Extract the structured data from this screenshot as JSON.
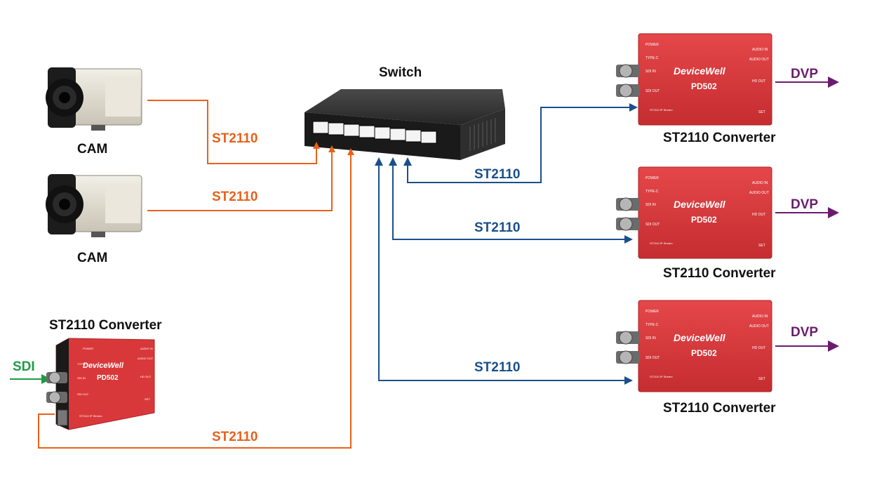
{
  "nodes": {
    "switch": {
      "label": "Switch"
    },
    "cam1": {
      "label": "CAM"
    },
    "cam2": {
      "label": "CAM"
    },
    "source_converter": {
      "label": "ST2110 Converter",
      "brand": "DeviceWell",
      "model": "PD502",
      "input_label": "SDI"
    },
    "converter1": {
      "label": "ST2110 Converter",
      "brand": "DeviceWell",
      "model": "PD502",
      "output_label": "DVP"
    },
    "converter2": {
      "label": "ST2110 Converter",
      "brand": "DeviceWell",
      "model": "PD502",
      "output_label": "DVP"
    },
    "converter3": {
      "label": "ST2110 Converter",
      "brand": "DeviceWell",
      "model": "PD502",
      "output_label": "DVP"
    }
  },
  "links": {
    "cam1_to_switch": "ST2110",
    "cam2_to_switch": "ST2110",
    "source_to_switch": "ST2110",
    "switch_to_conv1": "ST2110",
    "switch_to_conv2": "ST2110",
    "switch_to_conv3": "ST2110"
  },
  "device_panel_labels": {
    "power": "POWER",
    "type_c": "TYPE-C",
    "sdi_in": "SDI IN",
    "sdi_out": "SDI OUT",
    "audio_in": "AUDIO IN",
    "audio_out": "AUDIO OUT",
    "hd_out": "HD OUT",
    "set": "SET",
    "ip_stream": "ST2110 IP Stream"
  },
  "colors": {
    "ingest_link": "#e8611a",
    "egress_link": "#1b4f8a",
    "sdi_arrow": "#1e9b45",
    "dvp_arrow": "#6b1b6e",
    "device_red": "#d9383a"
  }
}
